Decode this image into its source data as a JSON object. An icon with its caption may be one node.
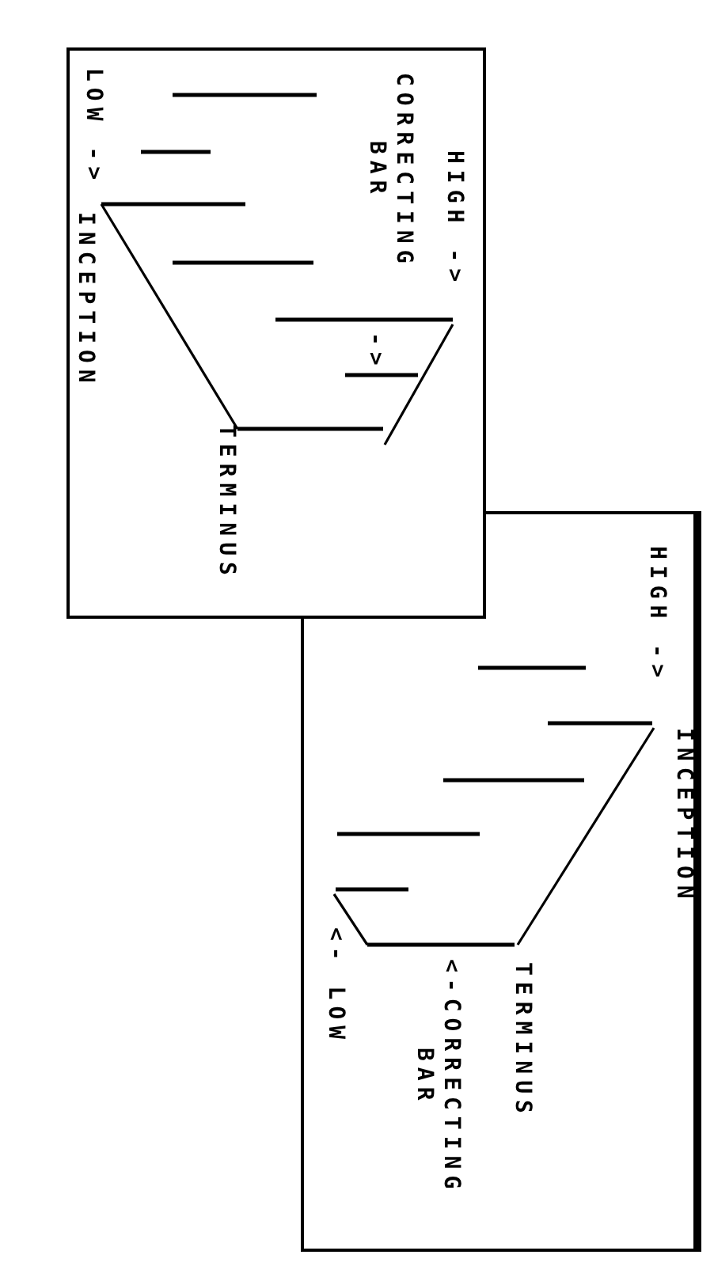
{
  "diagram": {
    "nodes": [
      {
        "text": [],
        "shape": "box"
      },
      {
        "text": [],
        "shape": "box"
      }
    ],
    "labels": [
      "LOW ->",
      "INCEPTION",
      "CORRECTING BAR",
      "HIGH ->",
      "->",
      "TERMINUS",
      "HIGH ->",
      "INCEPTION",
      "<- LOW",
      "<-CORRECTING BAR",
      "TERMINUS"
    ]
  }
}
